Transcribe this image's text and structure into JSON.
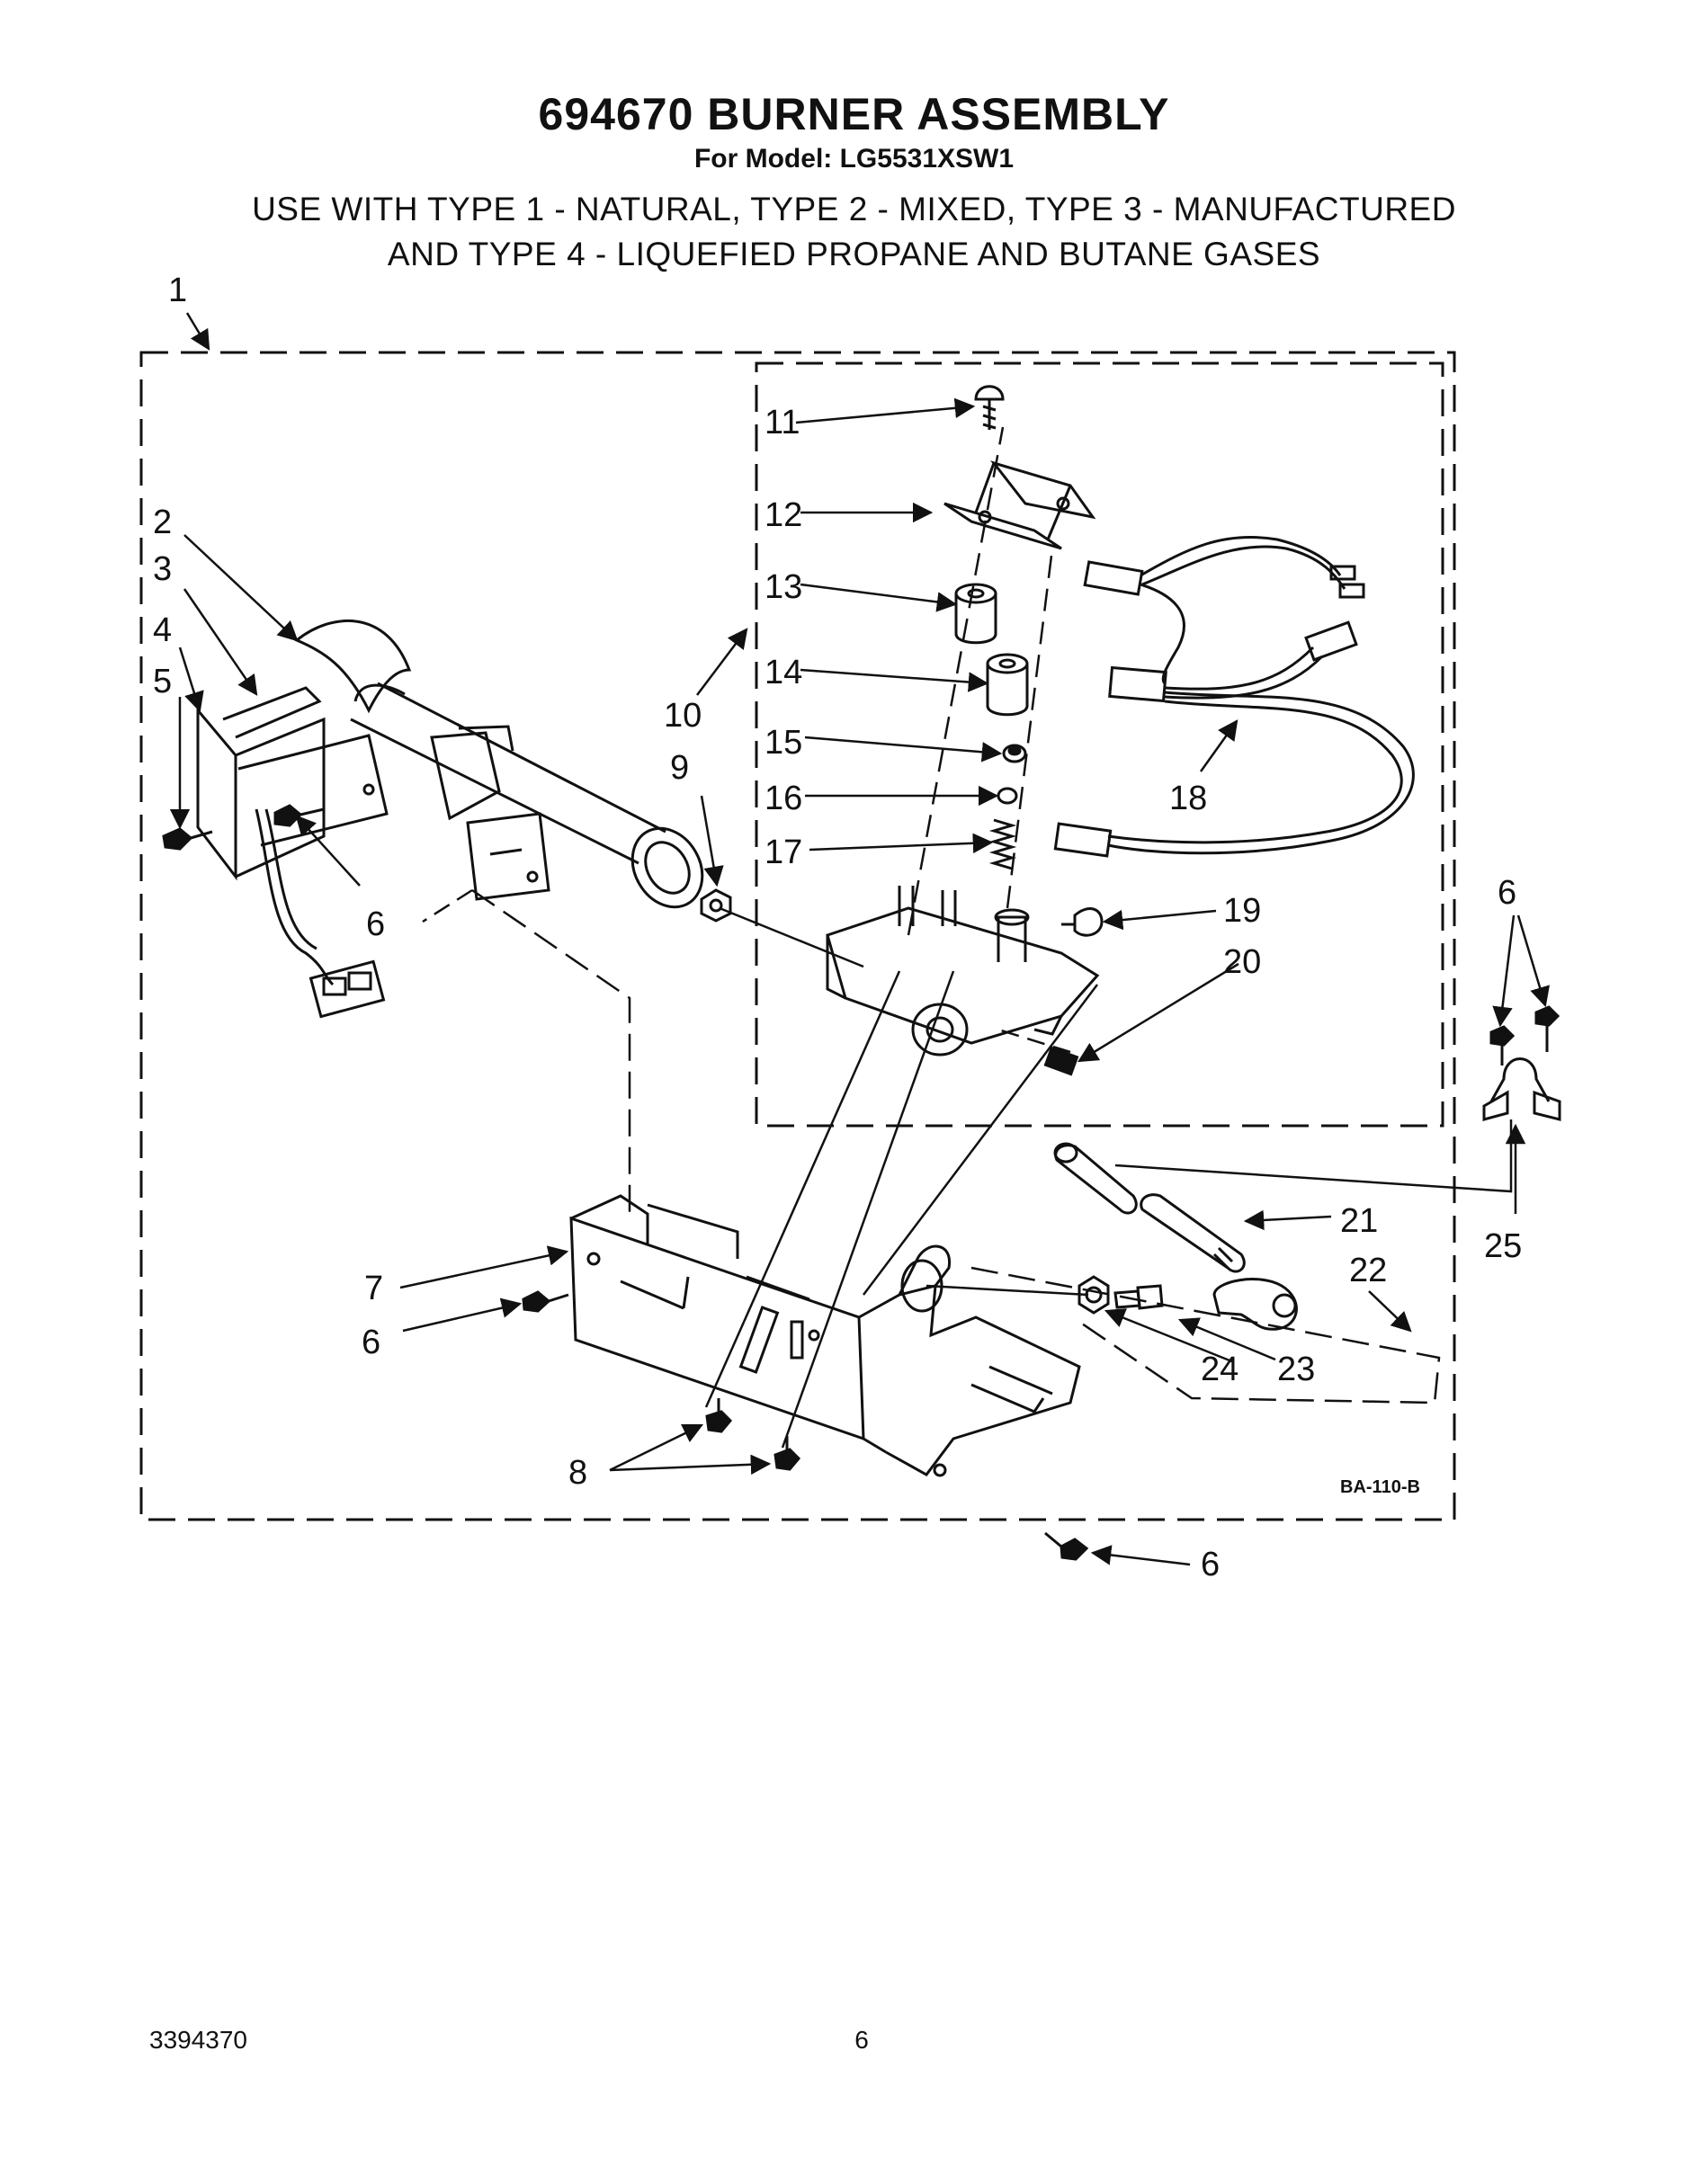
{
  "header": {
    "title": "694670 BURNER ASSEMBLY",
    "subtitle": "For Model: LG5531XSW1",
    "usage_line1": "USE WITH TYPE 1 - NATURAL, TYPE 2 - MIXED, TYPE 3 - MANUFACTURED",
    "usage_line2": "AND TYPE 4 - LIQUEFIED PROPANE AND BUTANE GASES"
  },
  "callouts": {
    "c1": "1",
    "c2": "2",
    "c3": "3",
    "c4": "4",
    "c5": "5",
    "c6": "6",
    "c7": "7",
    "c8": "8",
    "c9": "9",
    "c10": "10",
    "c11": "11",
    "c12": "12",
    "c13": "13",
    "c14": "14",
    "c15": "15",
    "c16": "16",
    "c17": "17",
    "c18": "18",
    "c19": "19",
    "c20": "20",
    "c21": "21",
    "c22": "22",
    "c23": "23",
    "c24": "24",
    "c25": "25"
  },
  "drawing_ref": "BA-110-B",
  "footer": {
    "doc_number": "3394370",
    "page_number": "6"
  }
}
